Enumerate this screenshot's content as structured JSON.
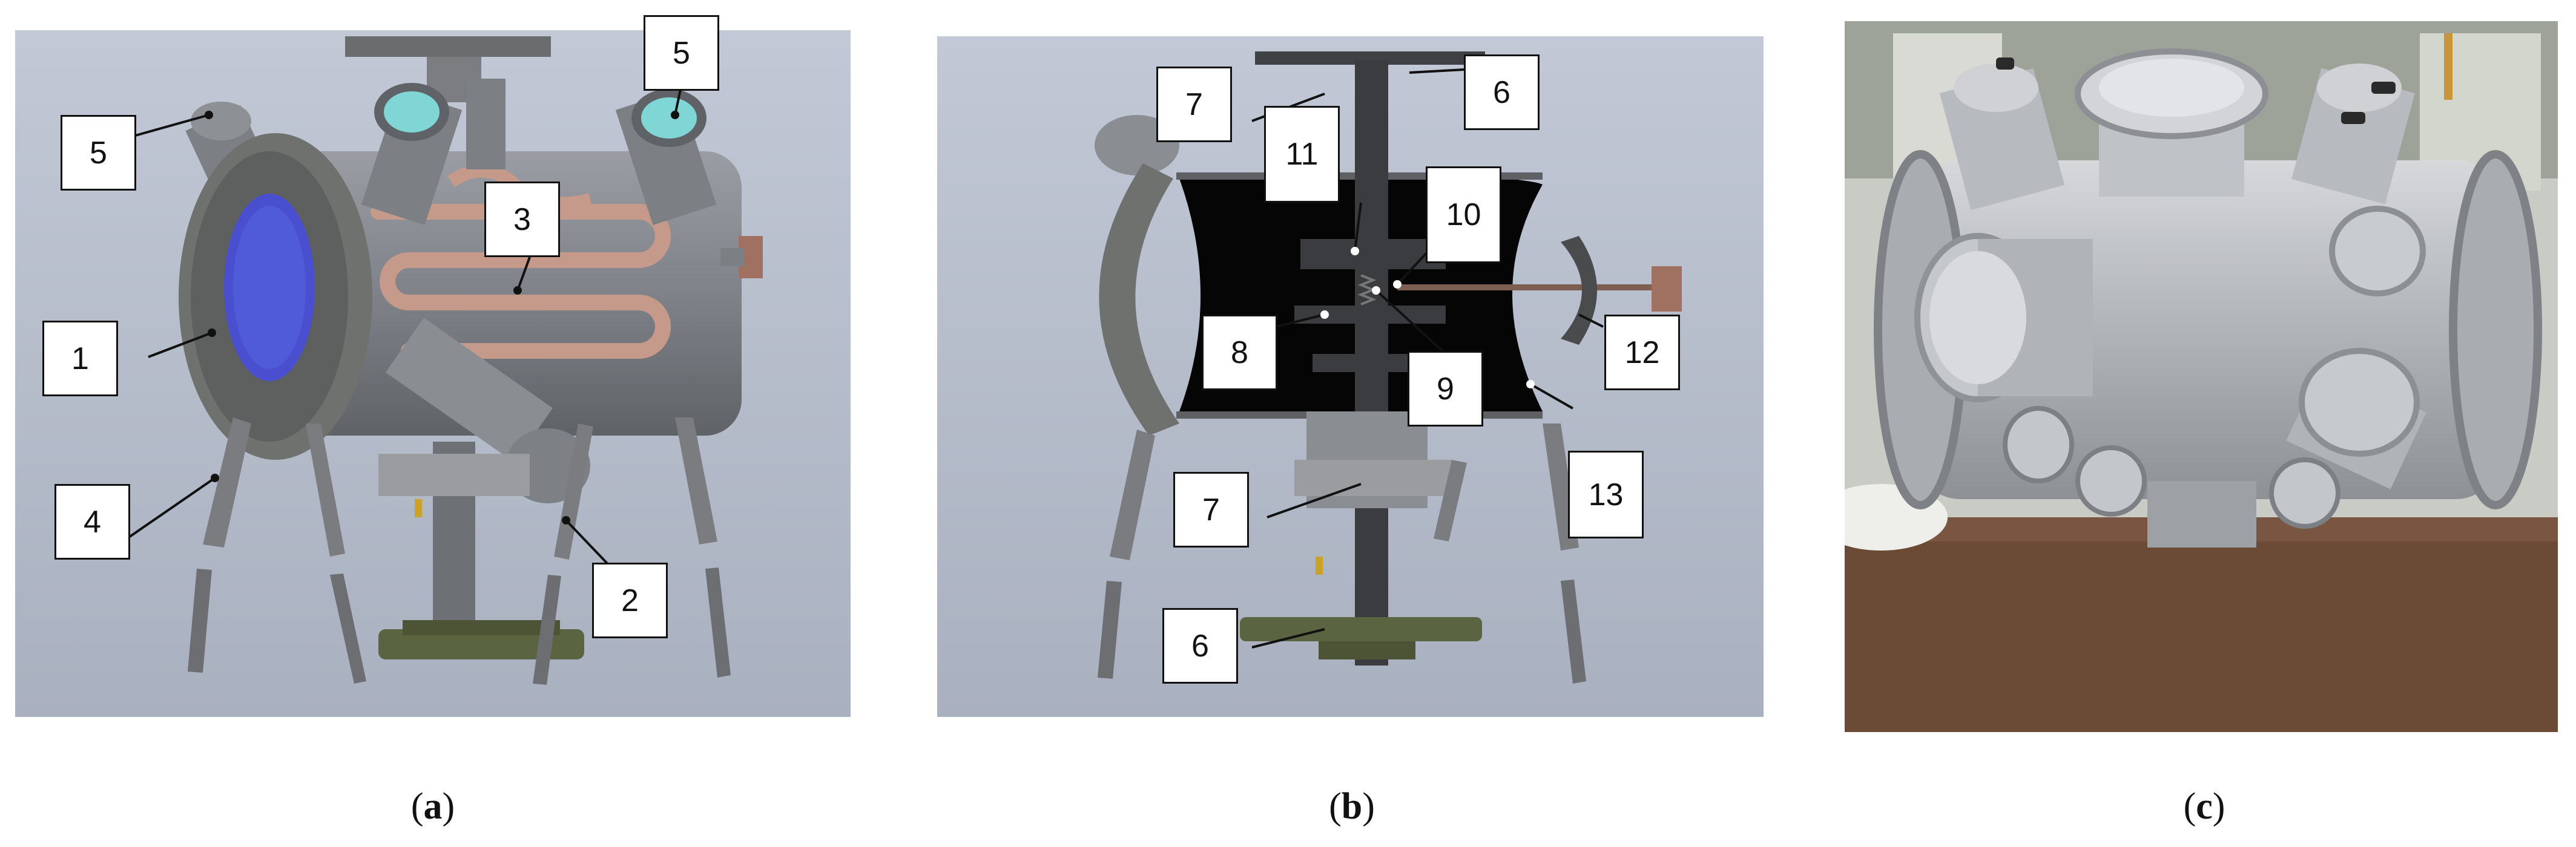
{
  "panels": [
    {
      "id": "a",
      "caption_open": "(",
      "caption_letter": "a",
      "caption_close": ")",
      "callouts": [
        "5",
        "5",
        "1",
        "3",
        "4",
        "2"
      ]
    },
    {
      "id": "b",
      "caption_open": "(",
      "caption_letter": "b",
      "caption_close": ")",
      "callouts": [
        "7",
        "6",
        "11",
        "10",
        "8",
        "9",
        "12",
        "13",
        "7",
        "6"
      ]
    },
    {
      "id": "c",
      "caption_open": "(",
      "caption_letter": "c",
      "caption_close": ")"
    }
  ],
  "colors": {
    "background_cad": "#b6bdcb",
    "chamber_gray": "#8a8d92",
    "flange_dark": "#6f716f",
    "viewport_blue": "#4a4fd0",
    "viewport_cyan": "#7fd6d4",
    "heater_copper": "#c59a8a",
    "section_black": "#050505",
    "base_green": "#5b6440",
    "photo_wall": "#c8ccc4",
    "photo_table": "#6b4a36",
    "steel": "#b9bcc0"
  }
}
